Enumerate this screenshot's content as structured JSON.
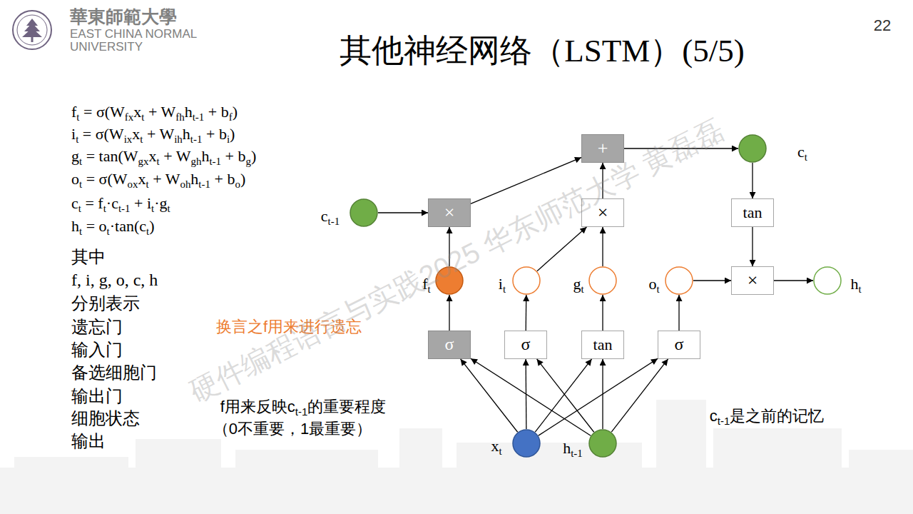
{
  "diagram": {
    "title": "其他神经网络（LSTM）(5/5)",
    "nodes": [
      {
        "text": [
          "+"
        ]
      },
      {
        "text": [
          "ct"
        ]
      },
      {
        "text": [
          "ct-1"
        ]
      },
      {
        "text": [
          "×"
        ]
      },
      {
        "text": [
          "×"
        ]
      },
      {
        "text": [
          "tan"
        ]
      },
      {
        "text": [
          "ft"
        ]
      },
      {
        "text": [
          "it"
        ]
      },
      {
        "text": [
          "gt"
        ]
      },
      {
        "text": [
          "ot"
        ]
      },
      {
        "text": [
          "×"
        ]
      },
      {
        "text": [
          "ht"
        ]
      },
      {
        "text": [
          "σ"
        ]
      },
      {
        "text": [
          "σ"
        ]
      },
      {
        "text": [
          "tan"
        ]
      },
      {
        "text": [
          "σ"
        ]
      },
      {
        "text": [
          "xt"
        ]
      },
      {
        "text": [
          "ht-1"
        ]
      }
    ],
    "edges": [
      {
        "from": 2,
        "to": 3,
        "arrow": "to"
      },
      {
        "from": 3,
        "to": 0,
        "arrow": "to"
      },
      {
        "from": 4,
        "to": 0,
        "arrow": "to"
      },
      {
        "from": 0,
        "to": 1,
        "arrow": "to"
      },
      {
        "from": 1,
        "to": 5,
        "arrow": "to"
      },
      {
        "from": 5,
        "to": 10,
        "arrow": "to"
      },
      {
        "from": 10,
        "to": 11,
        "arrow": "to"
      },
      {
        "from": 6,
        "to": 3,
        "arrow": "to"
      },
      {
        "from": 7,
        "to": 4,
        "arrow": "to"
      },
      {
        "from": 8,
        "to": 4,
        "arrow": "to"
      },
      {
        "from": 9,
        "to": 10,
        "arrow": "to"
      },
      {
        "from": 12,
        "to": 6,
        "arrow": "to"
      },
      {
        "from": 13,
        "to": 7,
        "arrow": "to"
      },
      {
        "from": 14,
        "to": 8,
        "arrow": "to"
      },
      {
        "from": 15,
        "to": 9,
        "arrow": "to"
      },
      {
        "from": 16,
        "to": 12,
        "arrow": "to"
      },
      {
        "from": 16,
        "to": 13,
        "arrow": "to"
      },
      {
        "from": 16,
        "to": 14,
        "arrow": "to"
      },
      {
        "from": 16,
        "to": 15,
        "arrow": "to"
      },
      {
        "from": 17,
        "to": 12,
        "arrow": "to"
      },
      {
        "from": 17,
        "to": 13,
        "arrow": "to"
      },
      {
        "from": 17,
        "to": 14,
        "arrow": "to"
      },
      {
        "from": 17,
        "to": 15,
        "arrow": "to"
      }
    ],
    "labels": [
      "22",
      "華東師範大學",
      "EAST CHINA NORMAL",
      "UNIVERSITY",
      "ft = σ(Wfxxt + Wfhht-1 + bf)",
      "it = σ(Wixxt + Wihht-1 + bi)",
      "gt = tan(Wgxxt + Wghht-1 + bg)",
      "ot = σ(Woxxt + Wohht-1 + bo)",
      "ct = ft·ct-1 + it·gt",
      "ht = ot·tan(ct)",
      "其中",
      "f, i, g, o, c, h",
      "分别表示",
      "遗忘门",
      "输入门",
      "备选细胞门",
      "输出门",
      "细胞状态",
      "输出",
      "换言之f用来进行遗忘",
      "f用来反映ct-1的重要程度",
      "（0不重要，1最重要）",
      "ct-1是之前的记忆",
      "硬件编程语言与实践2025 华东师范大学 黄磊磊"
    ]
  }
}
